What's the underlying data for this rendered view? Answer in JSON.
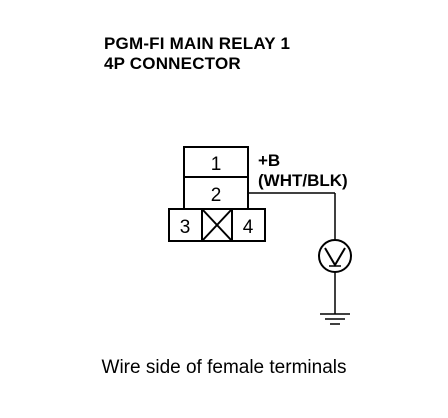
{
  "title": {
    "line1": "PGM-FI MAIN RELAY 1",
    "line2": "4P CONNECTOR"
  },
  "connector": {
    "pins": [
      "1",
      "2",
      "3",
      "4"
    ]
  },
  "wire": {
    "supply": "+B",
    "color": "(WHT/BLK)"
  },
  "caption": "Wire side of female terminals"
}
